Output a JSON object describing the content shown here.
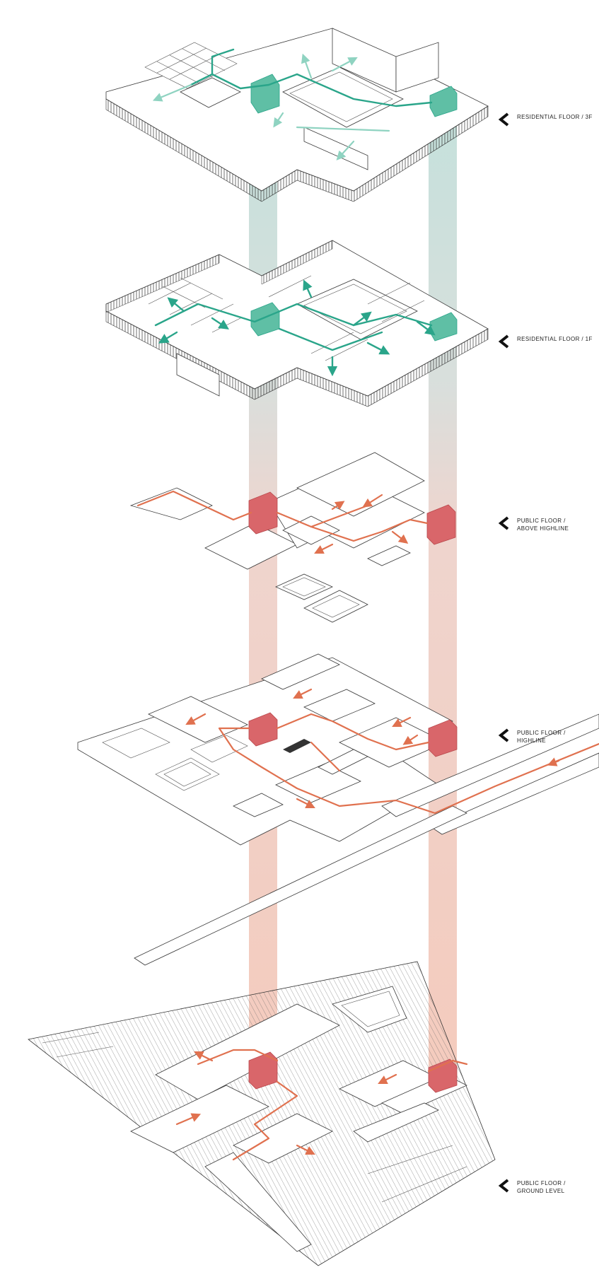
{
  "labels": {
    "residential_3f": "RESIDENTIAL FLOOR / 3F",
    "residential_1f": "RESIDENTIAL FLOOR / 1F",
    "public_above_highline_1": "PUBLIC FLOOR /",
    "public_above_highline_2": "ABOVE HIGHLINE",
    "public_highline_1": "PUBLIC FLOOR /",
    "public_highline_2": "HIGHLINE",
    "public_ground_1": "PUBLIC FLOOR /",
    "public_ground_2": "GROUND LEVEL"
  },
  "icons": {
    "floor_marker": "chevron-left-icon"
  },
  "colors": {
    "residential_circulation": "#2aa58a",
    "residential_core": "#5fbfa5",
    "public_circulation": "#e0714f",
    "public_core": "#d9666a",
    "line_work": "#3a3a3a"
  }
}
